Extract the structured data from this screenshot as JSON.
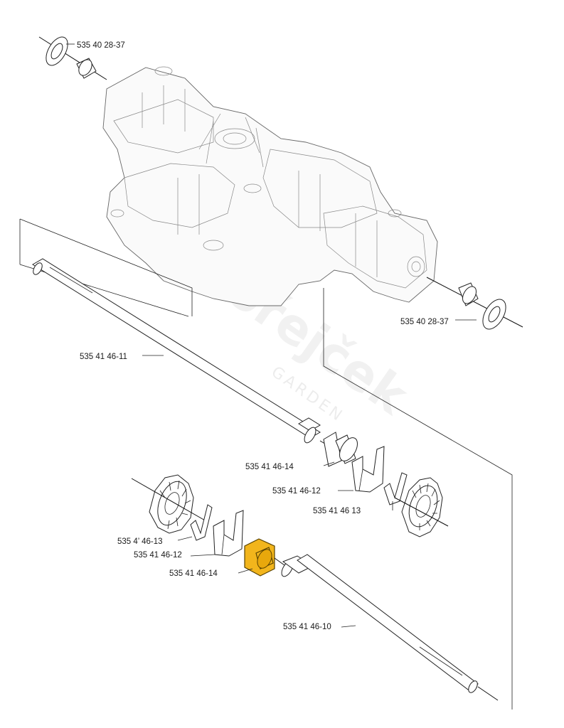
{
  "watermark": {
    "brand": "Dvořejček",
    "sub": "GARDEN"
  },
  "parts": {
    "seal_top": "535 40 28-37",
    "seal_right": "535 40 28-37",
    "shaft_upper": "535 41 46-11",
    "bushing_upper": "535 41 46-14",
    "fork_upper": "535 41 46-12",
    "clip_upper": "535 41 46 13",
    "clip_lower": "535 4’ 46-13",
    "fork_lower": "535 41 46-12",
    "bushing_lower": "535 41 46-14",
    "shaft_lower": "535 41 46-10"
  },
  "colors": {
    "highlight": "#f2b51c",
    "line": "#111111"
  },
  "highlighted_part": "bushing_lower"
}
